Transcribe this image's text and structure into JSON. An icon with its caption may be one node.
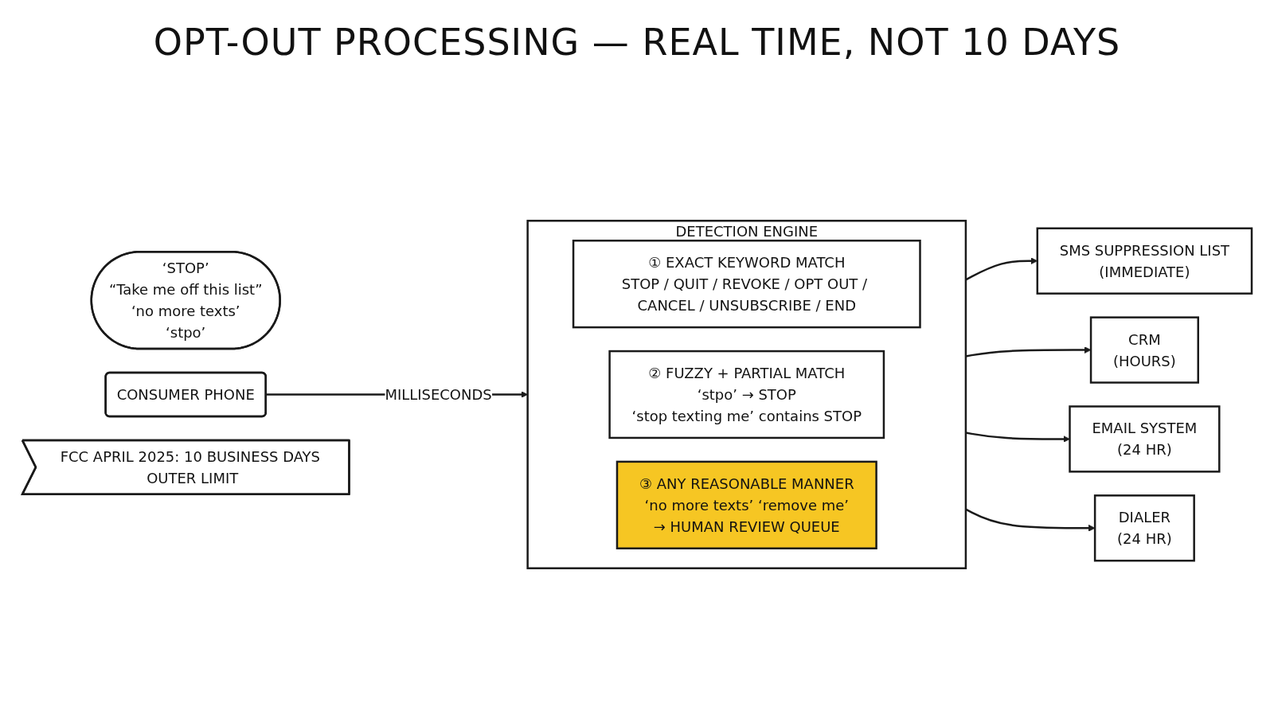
{
  "diagram": {
    "title": "OPT-OUT PROCESSING — REAL TIME, NOT 10 DAYS",
    "nodes": [
      {
        "text": [
          "‘STOP’",
          "“Take me off this list”",
          "‘no more texts’",
          "‘stpo’"
        ]
      },
      {
        "text": [
          "CONSUMER PHONE"
        ]
      },
      {
        "text": [
          "FCC APRIL 2025: 10 BUSINESS DAYS OUTER LIMIT"
        ]
      },
      {
        "text": [
          "DETECTION ENGINE"
        ]
      },
      {
        "text": [
          "① EXACT KEYWORD MATCH",
          "STOP / QUIT / REVOKE / OPT OUT / CANCEL / UNSUBSCRIBE / END"
        ],
        "in": 3
      },
      {
        "text": [
          "② FUZZY + PARTIAL MATCH",
          "‘stpo’ → STOP",
          "‘stop texting me’ contains STOP"
        ],
        "in": 3
      },
      {
        "text": [
          "③ ANY REASONABLE MANNER",
          "‘no more texts’ ‘remove me’",
          "→ HUMAN REVIEW QUEUE"
        ],
        "in": 3
      },
      {
        "text": [
          "SMS SUPPRESSION LIST",
          "(IMMEDIATE)"
        ]
      },
      {
        "text": [
          "CRM",
          "(HOURS)"
        ]
      },
      {
        "text": [
          "EMAIL SYSTEM",
          "(24 HR)"
        ]
      },
      {
        "text": [
          "DIALER",
          "(24 HR)"
        ]
      }
    ],
    "edges": [
      {
        "from": 1,
        "to": 3,
        "arrow": "to",
        "label": "MILLISECONDS"
      },
      {
        "from": 3,
        "to": 7,
        "arrow": "to"
      },
      {
        "from": 3,
        "to": 8,
        "arrow": "to"
      },
      {
        "from": 3,
        "to": 9,
        "arrow": "to"
      },
      {
        "from": 3,
        "to": 10,
        "arrow": "to"
      }
    ]
  }
}
